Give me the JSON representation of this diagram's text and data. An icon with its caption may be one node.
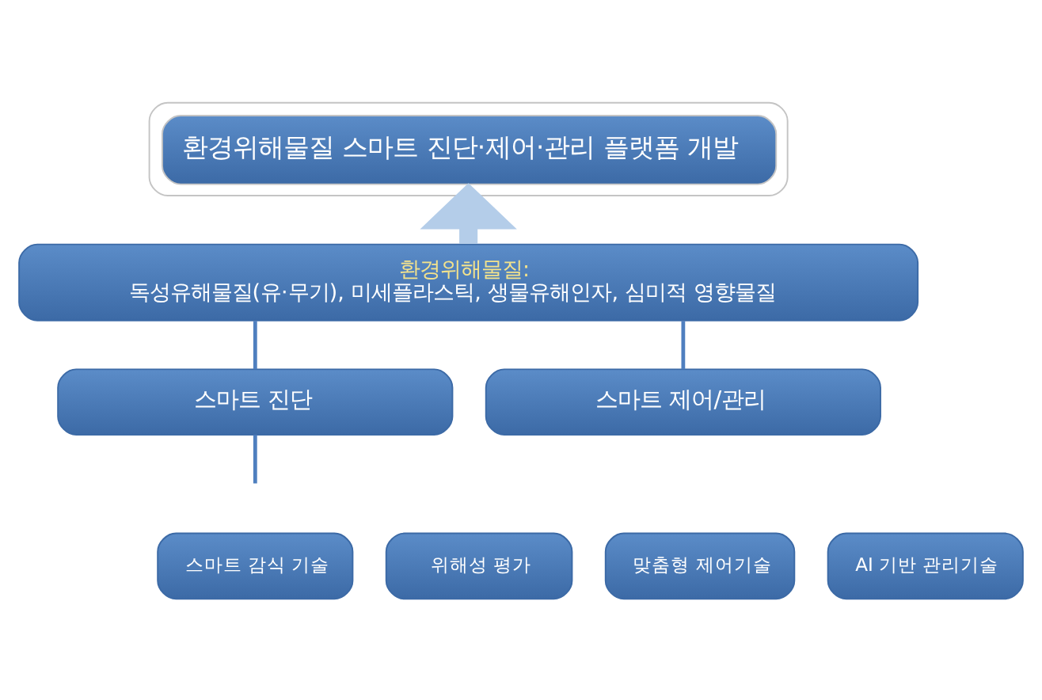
{
  "diagram": {
    "nodes": [
      {
        "text": [
          "환경위해물질 스마트 진단·제어·관리 플랫폼 개발"
        ]
      },
      {
        "text": [
          "환경위해물질:",
          "독성유해물질(유·무기), 미세플라스틱, 생물유해인자, 심미적 영향물질"
        ]
      },
      {
        "text": [
          "스마트 진단"
        ]
      },
      {
        "text": [
          "스마트 제어/관리"
        ]
      },
      {
        "text": [
          "스마트 감식 기술"
        ]
      },
      {
        "text": [
          "위해성 평가"
        ]
      },
      {
        "text": [
          "맞춤형 제어기술"
        ]
      },
      {
        "text": [
          "AI 기반 관리기술"
        ]
      }
    ],
    "edges": [
      {
        "from": 1,
        "to": 0,
        "arrow": "to",
        "style": "thick",
        "color": "#b4cde9"
      },
      {
        "from": 1,
        "to": 2,
        "arrow": "none"
      },
      {
        "from": 1,
        "to": 3,
        "arrow": "none"
      },
      {
        "from": 2,
        "to": null,
        "arrow": "none"
      }
    ]
  }
}
